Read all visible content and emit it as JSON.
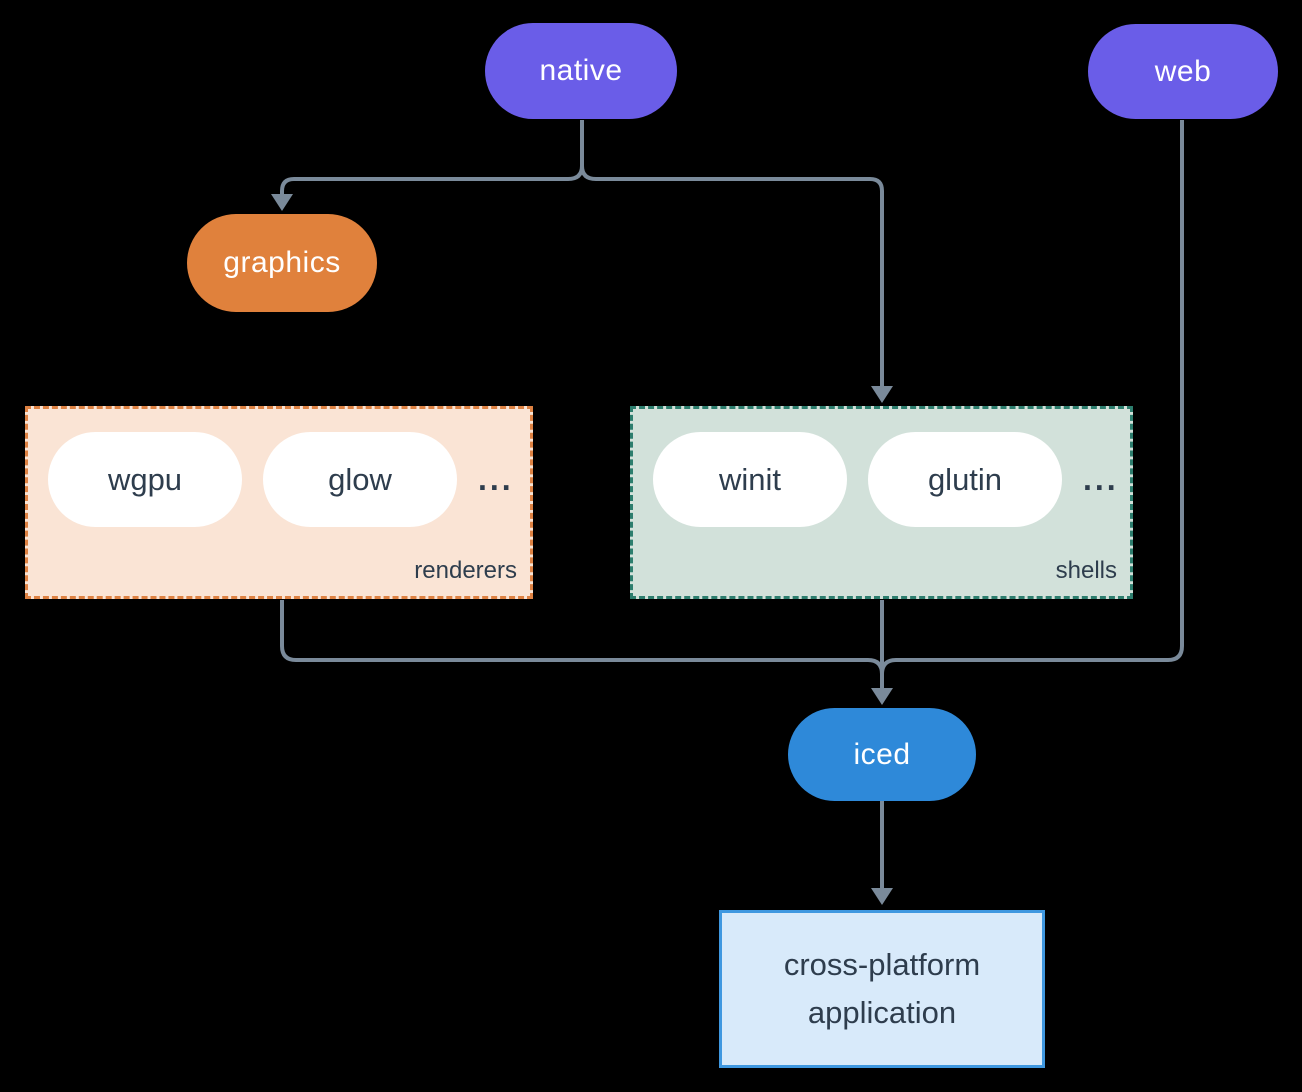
{
  "canvas": {
    "background": "#000000"
  },
  "colors": {
    "purple": "#6a5de8",
    "orange": "#e0813c",
    "blue": "#2e89d9",
    "connector_gray": "#7a8a9a",
    "dark_text": "#2e3d4d",
    "white_pill_bg": "#ffffff",
    "renderers_bg": "#fae4d5",
    "renderers_border": "#de8243",
    "shells_bg": "#d2e1da",
    "shells_border": "#2d7e6e",
    "app_bg": "#d8eafa",
    "app_border": "#3f98e0"
  },
  "nodes": {
    "native": {
      "label": "native"
    },
    "web": {
      "label": "web"
    },
    "graphics": {
      "label": "graphics"
    },
    "iced": {
      "label": "iced"
    },
    "app": {
      "label": "cross-platform application"
    }
  },
  "groups": {
    "renderers": {
      "label": "renderers",
      "items": [
        "wgpu",
        "glow"
      ],
      "ellipsis": "..."
    },
    "shells": {
      "label": "shells",
      "items": [
        "winit",
        "glutin"
      ],
      "ellipsis": "..."
    }
  }
}
